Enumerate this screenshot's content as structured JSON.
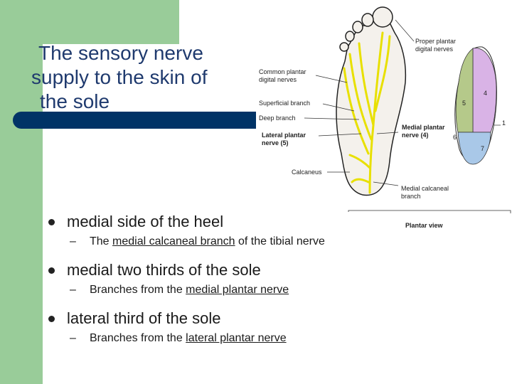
{
  "title_lines": [
    "The sensory nerve",
    "supply to the skin of",
    "the sole"
  ],
  "bullets": [
    {
      "text": "medial side of the heel",
      "sub": {
        "prefix": "The ",
        "link": "medial calcaneal branch",
        "suffix": " of the tibial nerve"
      }
    },
    {
      "text": "medial two thirds of the sole",
      "sub": {
        "prefix": "Branches from the ",
        "link": "medial plantar nerve",
        "suffix": ""
      }
    },
    {
      "text": "lateral third of the sole",
      "sub": {
        "prefix": "Branches from the ",
        "link": "lateral plantar nerve",
        "suffix": ""
      }
    }
  ],
  "figure": {
    "labels": {
      "proper_plantar": [
        "Proper plantar",
        "digital nerves"
      ],
      "common_plantar": [
        "Common plantar",
        "digital nerves"
      ],
      "superficial": "Superficial branch",
      "deep": "Deep branch",
      "lateral_plantar": [
        "Lateral plantar",
        "nerve (5)"
      ],
      "calcaneus": "Calcaneus",
      "medial_plantar": [
        "Medial plantar",
        "nerve (4)"
      ],
      "medial_calcaneal": [
        "Medial calcaneal",
        "branch"
      ],
      "caption": "Plantar view",
      "region_1": "1",
      "region_4": "4",
      "region_5": "5",
      "region_6": "6",
      "region_7": "7"
    },
    "colors": {
      "nerve": "#e8e000",
      "medial_region": "#d9b3e6",
      "lateral_region": "#b5c98a",
      "heel_region": "#a9c8e8"
    }
  }
}
